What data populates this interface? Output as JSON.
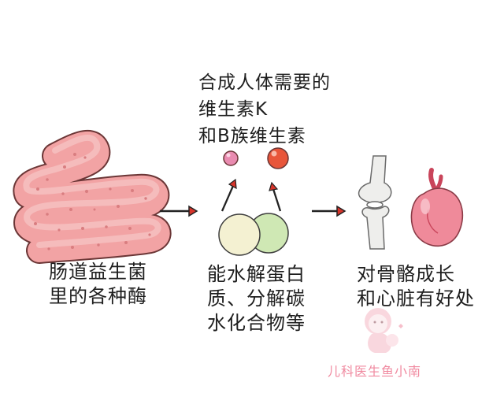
{
  "top_caption": [
    "合成人体需要的",
    "维生素K",
    "和B族维生素"
  ],
  "left_caption": [
    "肠道益生菌",
    "里的各种酶"
  ],
  "middle_caption": [
    "能水解蛋白",
    "质、分解碳",
    "水化合物等"
  ],
  "right_caption": [
    "对骨骼成长",
    "和心脏有好处"
  ],
  "watermark": "儿科医生鱼小南",
  "colors": {
    "intestine": "#f2a3a4",
    "intestine_shadow": "#d97d80",
    "vitamin_pink": "#e98bb0",
    "vitamin_red": "#e8553a",
    "nutrient_cream": "#f4f1d2",
    "nutrient_green": "#cfe8b4",
    "heart": "#ef8a9a",
    "arrow": "#222222",
    "watermark": "#f08aa0"
  },
  "icons": [
    "intestine-icon",
    "vitamin-pink-ball-icon",
    "vitamin-red-ball-icon",
    "nutrient-cream-ball-icon",
    "nutrient-green-ball-icon",
    "knee-bone-icon",
    "heart-icon",
    "watermark-mascot-icon"
  ]
}
